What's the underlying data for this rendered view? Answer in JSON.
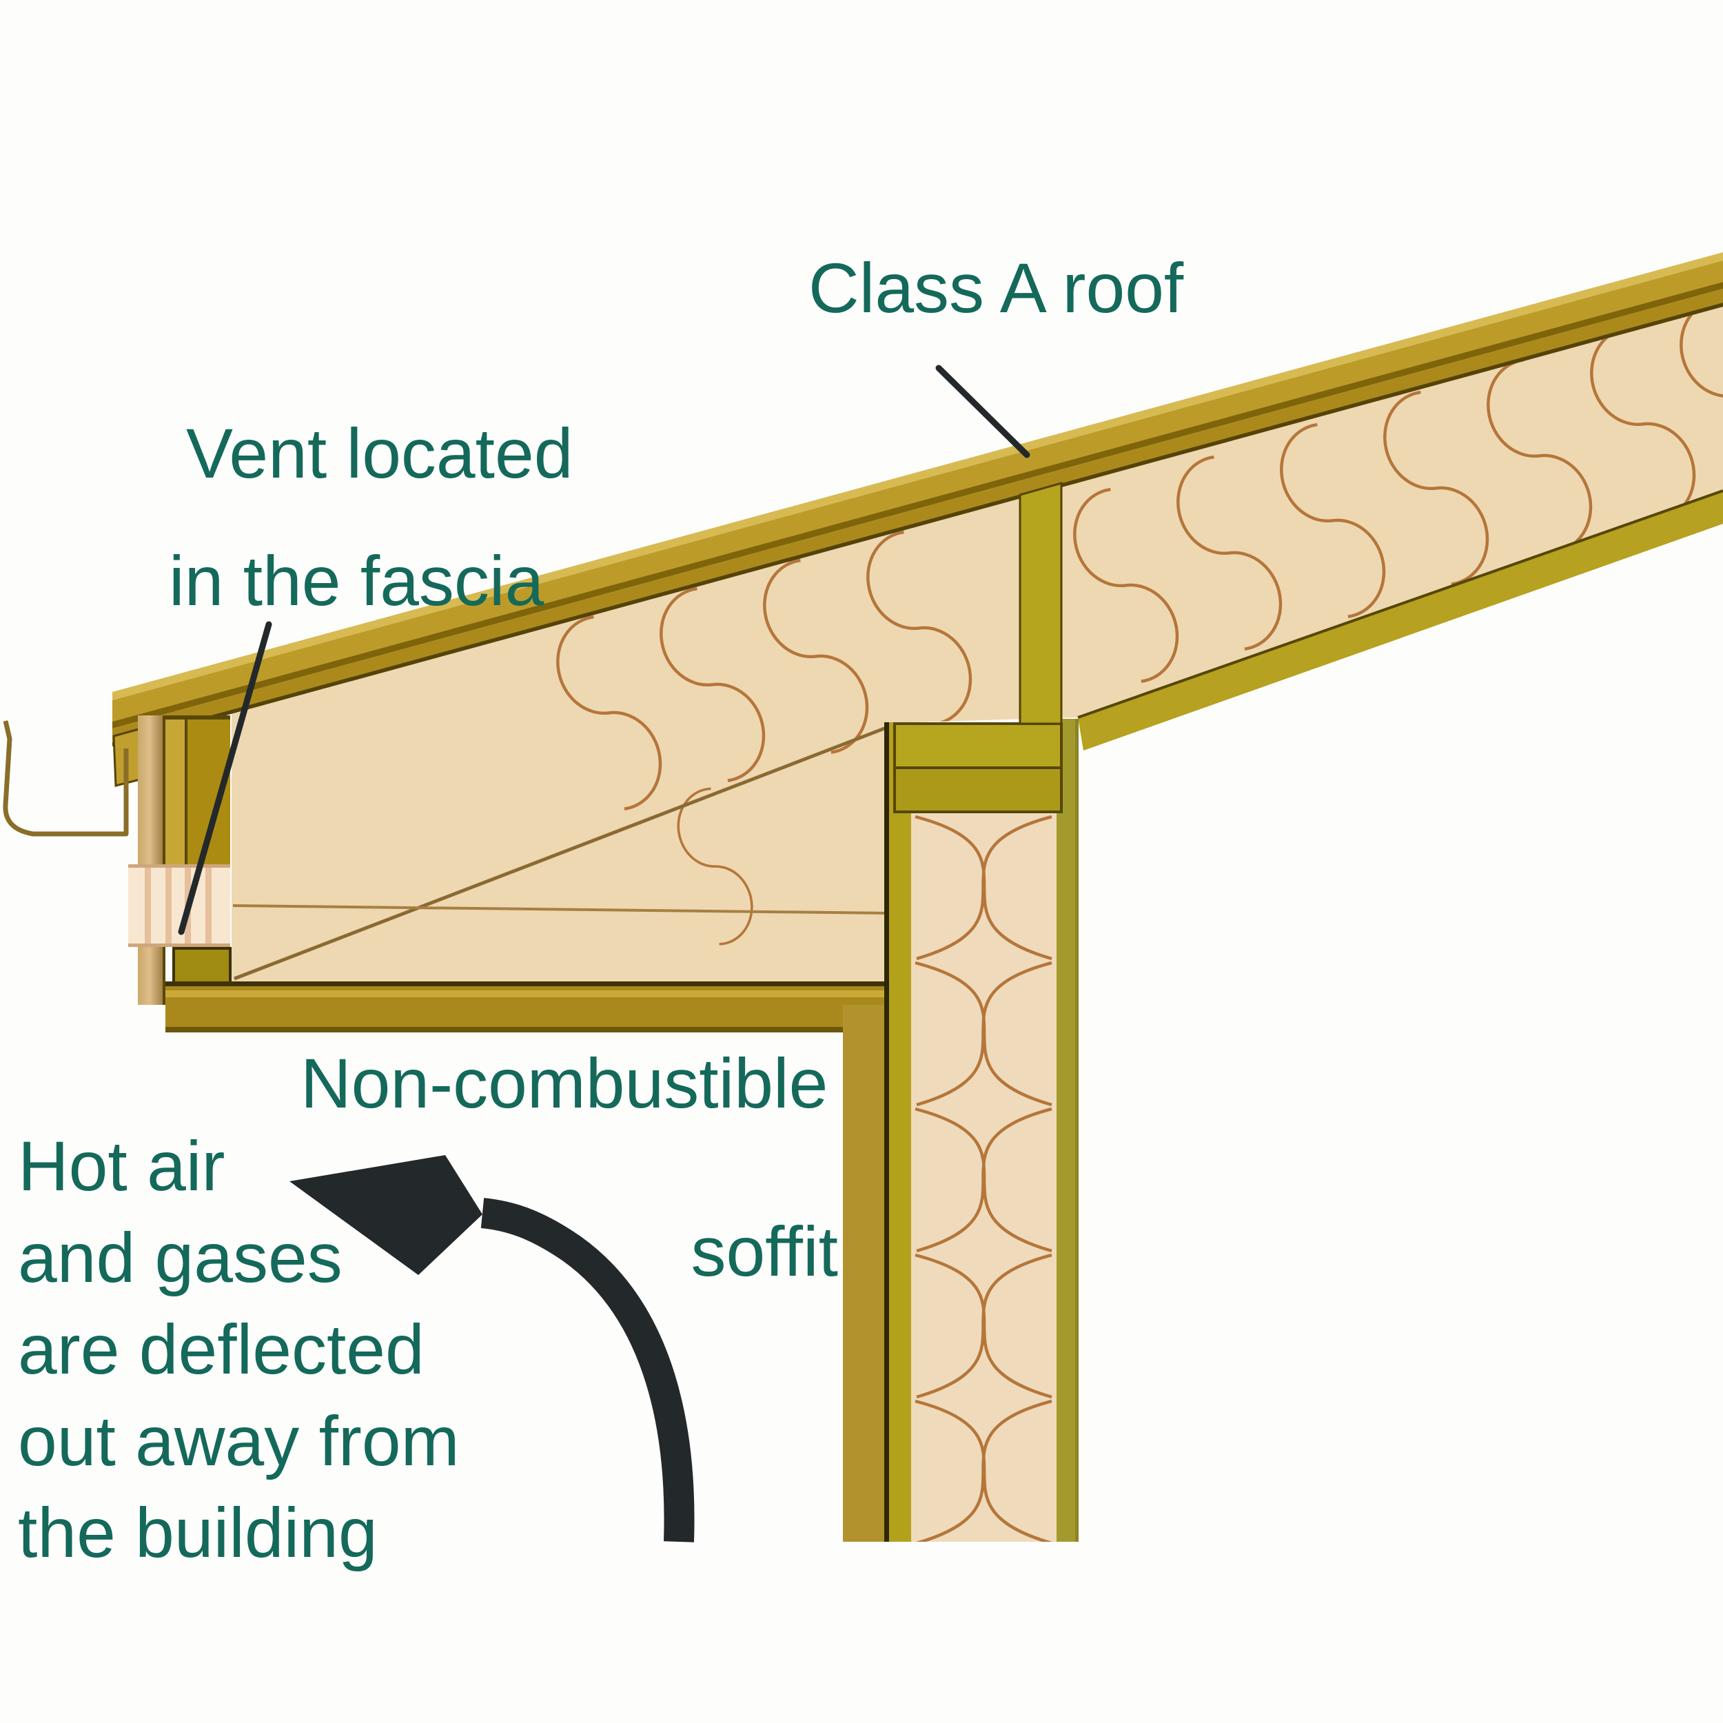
{
  "labels": {
    "class_a_roof": {
      "text": "Class A roof"
    },
    "vent_fascia": {
      "lines": [
        "Vent located",
        "in the fascia"
      ]
    },
    "soffit": {
      "lines": [
        "Non-combustible",
        "soffit"
      ]
    },
    "hot_air": {
      "lines": [
        "Hot air",
        "and gases",
        "are deflected",
        "out away from",
        "the building"
      ]
    }
  },
  "colors": {
    "bg": "#fdfdfc",
    "text-green": "#14695a",
    "ink": "#23282b",
    "gold-light": "#d7ba52",
    "gold-mid": "#bd9b28",
    "gold-deep": "#ab8a1b",
    "gold-dark": "#806409",
    "edge-dark": "#564305",
    "olive-stud": "#b3a11c",
    "olive-plate": "#b6a51f",
    "olive-plate2": "#ab9a18",
    "olive-int": "#a39a2e",
    "ceiling-band": "#b6a120",
    "soffit-gold": "#aa891c",
    "soffit-streak": "#d2b23e",
    "soffit-edge": "#6b560b",
    "ext-band": "#b1922d",
    "tan": "#eed8b2",
    "tan-pink": "#efdbbc",
    "squiggle": "#b5763a",
    "eave-line": "#8a6a32",
    "fascia-light": "#c9a96b",
    "fascia-dark": "#9b7b3f",
    "vent-cream": "#f8e7d0",
    "vent-stripe": "#e6bf9b",
    "vent-border": "#cfa67c",
    "block-gold": "#a08c12",
    "gutter": "#8a6e28",
    "drip": "#c19f2e"
  }
}
